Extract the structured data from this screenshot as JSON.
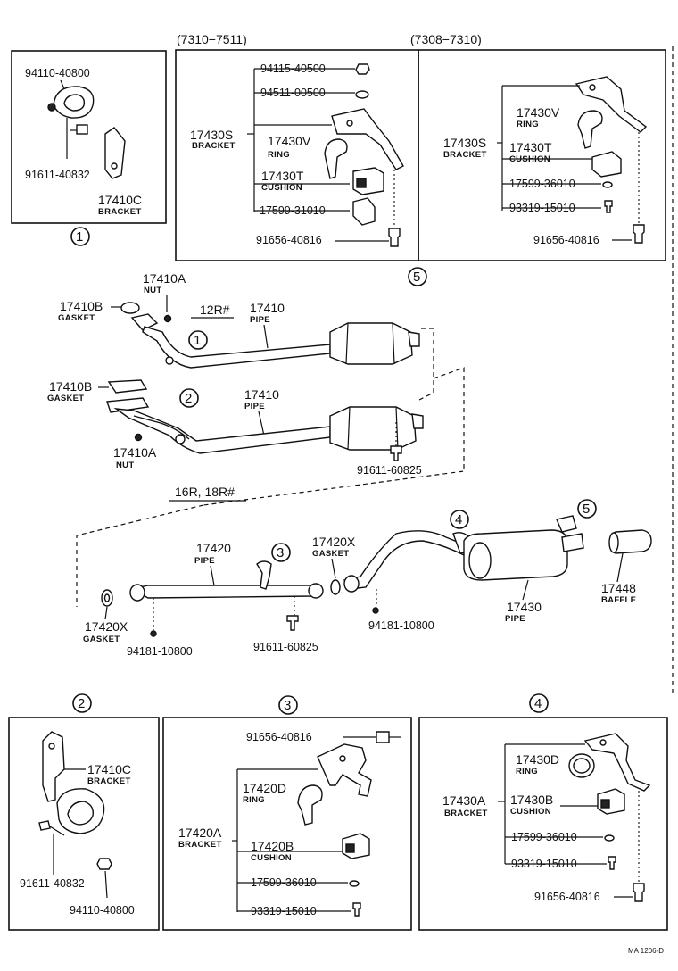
{
  "headers": {
    "left": "(7310−7511)",
    "right": "(7308−7310)"
  },
  "circles": {
    "c1": "1",
    "c2": "2",
    "c3": "3",
    "c4": "4",
    "c5": "5"
  },
  "box1": {
    "p1": "94110-40800",
    "p2": "91611-40832",
    "p3": "17410C",
    "p3_sub": "BRACKET"
  },
  "box5a": {
    "p1": "94115-40500",
    "p2": "94511-00500",
    "p3": "17430S",
    "p3_sub": "BRACKET",
    "p4": "17430V",
    "p4_sub": "RING",
    "p5": "17430T",
    "p5_sub": "CUSHION",
    "p6": "17599-31010",
    "p7": "91656-40816"
  },
  "box5b": {
    "p1": "17430V",
    "p1_sub": "RING",
    "p2": "17430S",
    "p2_sub": "BRACKET",
    "p3": "17430T",
    "p3_sub": "CUSHION",
    "p4": "17599-36010",
    "p5": "93319-15010",
    "p6": "91656-40816"
  },
  "main": {
    "nut_a": "17410A",
    "nut_a_sub": "NUT",
    "gasket_b1": "17410B",
    "gasket_b1_sub": "GASKET",
    "engine1": "12R#",
    "pipe1": "17410",
    "pipe1_sub": "PIPE",
    "gasket_b2": "17410B",
    "gasket_b2_sub": "GASKET",
    "pipe2": "17410",
    "pipe2_sub": "PIPE",
    "nut_a2": "17410A",
    "nut_a2_sub": "NUT",
    "bolt1": "91611-60825",
    "engine2": "16R, 18R#",
    "pipe3": "17420",
    "pipe3_sub": "PIPE",
    "gasket_x1": "17420X",
    "gasket_x1_sub": "GASKET",
    "gasket_x2": "17420X",
    "gasket_x2_sub": "GASKET",
    "nut2": "94181-10800",
    "bolt2": "91611-60825",
    "nut3": "94181-10800",
    "pipe4": "17430",
    "pipe4_sub": "PIPE",
    "baffle": "17448",
    "baffle_sub": "BAFFLE"
  },
  "box2": {
    "p1": "17410C",
    "p1_sub": "BRACKET",
    "p2": "91611-40832",
    "p3": "94110-40800"
  },
  "box3": {
    "p1": "91656-40816",
    "p2": "17420D",
    "p2_sub": "RING",
    "p3": "17420A",
    "p3_sub": "BRACKET",
    "p4": "17420B",
    "p4_sub": "CUSHION",
    "p5": "17599-36010",
    "p6": "93319-15010"
  },
  "box4": {
    "p1": "17430D",
    "p1_sub": "RING",
    "p2": "17430A",
    "p2_sub": "BRACKET",
    "p3": "17430B",
    "p3_sub": "CUSHION",
    "p4": "17599-36010",
    "p5": "93319-15010",
    "p6": "91656-40816"
  },
  "footer": {
    "code": "MA 1206-D"
  }
}
